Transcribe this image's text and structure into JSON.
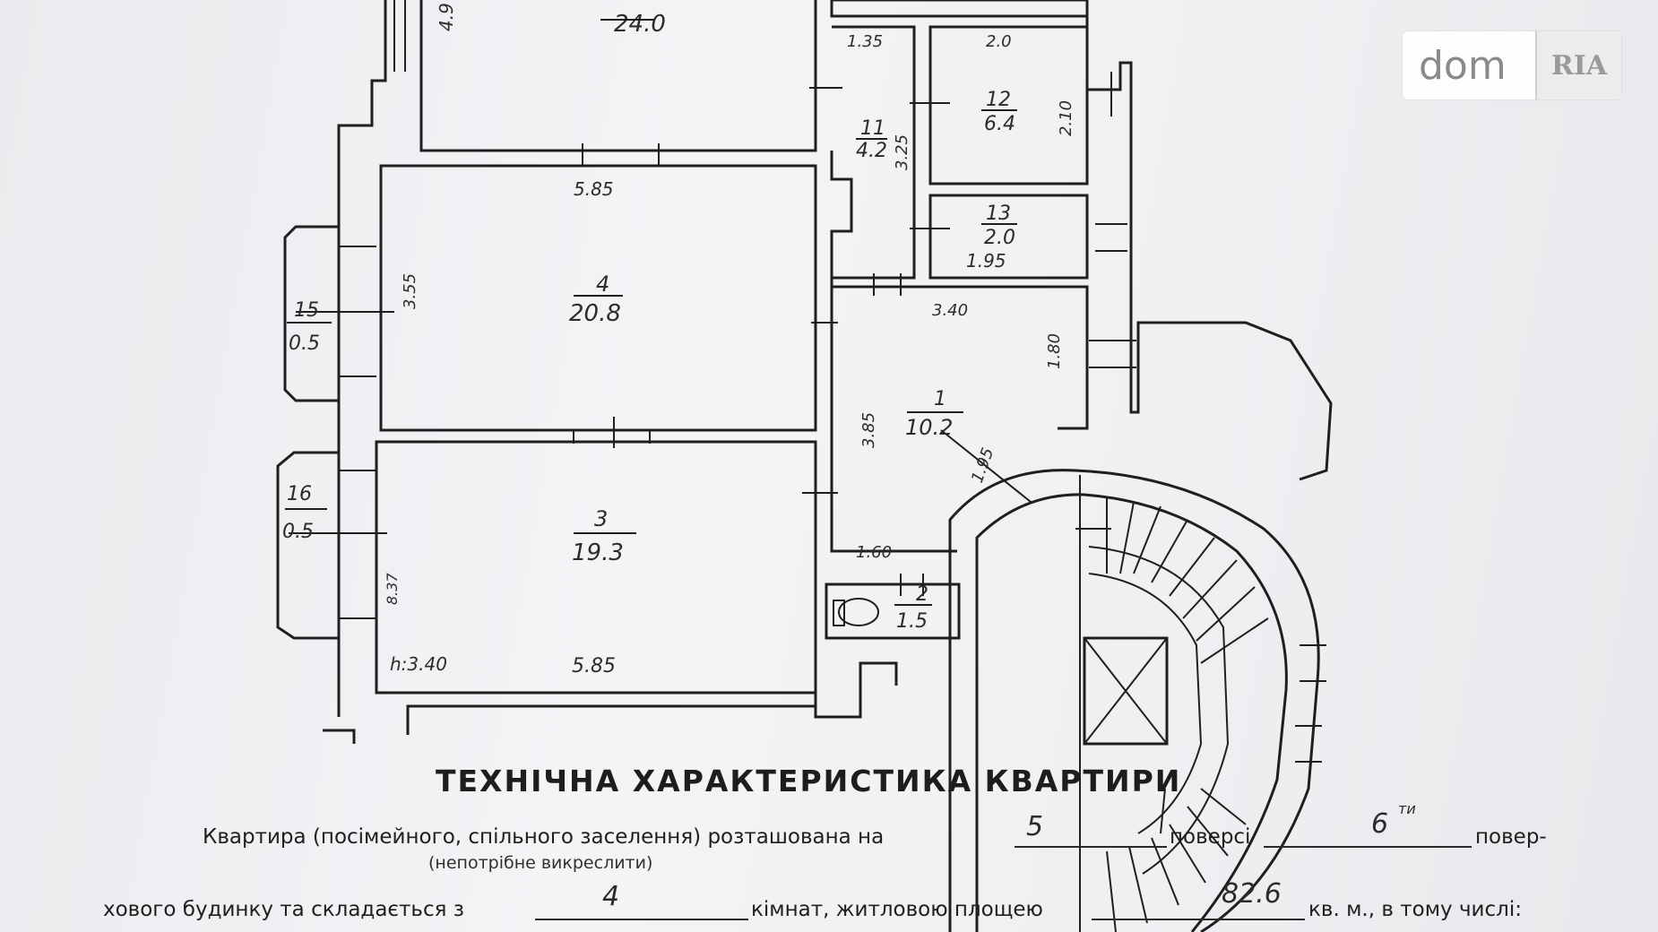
{
  "watermark": {
    "brand": "dom",
    "logo_text": "RIA"
  },
  "rooms": [
    {
      "id": "top",
      "area": "24.0"
    },
    {
      "id": "11",
      "area": "4.2"
    },
    {
      "id": "12",
      "area": "6.4"
    },
    {
      "id": "13",
      "area": "2.0"
    },
    {
      "id": "4",
      "area": "20.8"
    },
    {
      "id": "15",
      "area": "0.5"
    },
    {
      "id": "1",
      "area": "10.2"
    },
    {
      "id": "16",
      "area": "0.5"
    },
    {
      "id": "3",
      "area": "19.3"
    },
    {
      "id": "2",
      "area": "1.5"
    }
  ],
  "dimensions": {
    "d_49": "4.9",
    "d_135": "1.35",
    "d_20": "2.0",
    "d_210": "2.10",
    "d_325": "3.25",
    "d_195": "1.95",
    "d_585_top": "5.85",
    "d_355": "3.55",
    "d_340": "3.40",
    "d_180": "1.80",
    "d_385": "3.85",
    "d_195b": "1.95",
    "d_160": "1.60",
    "d_837": "8.37",
    "d_height": "h:3.40",
    "d_585_bottom": "5.85"
  },
  "document": {
    "title": "ТЕХНІЧНА ХАРАКТЕРИСТИКА КВАРТИРИ",
    "line1_prefix": "Квартира (посімейного, спільного заселення) розташована на",
    "line1_floor": "5",
    "line1_mid": "поверсі",
    "line1_total": "6",
    "line1_total_suffix": "ти",
    "line1_end": "повер-",
    "line1_note": "(непотрібне викреслити)",
    "line2_prefix": "хового будинку та складається з",
    "line2_rooms": "4",
    "line2_mid": "кімнат, житловою площею",
    "line2_area": "82.6",
    "line2_end": "кв. м., в тому числі:"
  }
}
